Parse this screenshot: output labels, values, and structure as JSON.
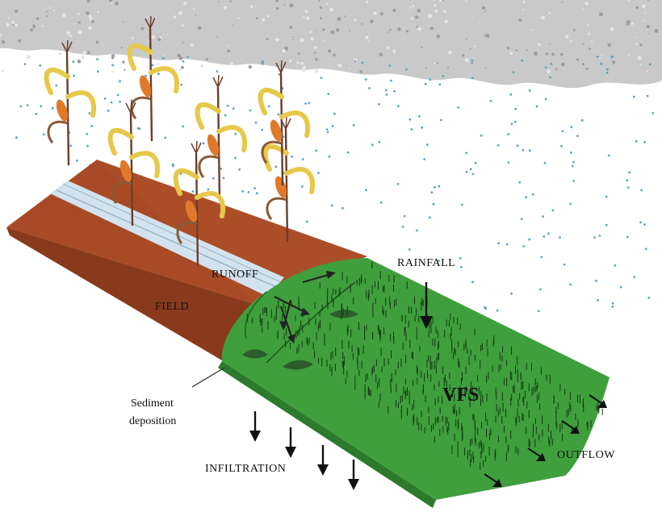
{
  "labels": {
    "runoff": "RUNOFF",
    "rainfall": "RAINFALL",
    "field": "FIELD",
    "vfs": "VFS",
    "sediment_line1": "Sediment",
    "sediment_line2": "deposition",
    "infiltration": "INFILTRATION",
    "outflow": "OUTFLOW"
  },
  "colors": {
    "field_soil": "#a84a25",
    "field_soil_dark": "#7d3217",
    "runoff_water": "#d2e3ef",
    "filter_strip": "#3f9f3d",
    "filter_strip_dark": "#2c7a2b",
    "rain_drop": "#5ba3c4",
    "cloud": "#c9c9c9",
    "corn_stalk": "#6b3e2a",
    "corn_ear": "#e07a2a",
    "corn_leaf": "#e6c94a"
  }
}
